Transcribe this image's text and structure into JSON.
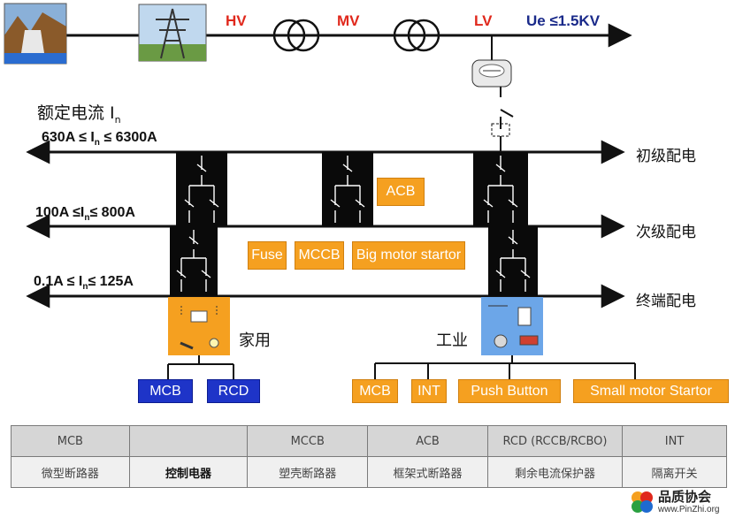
{
  "supply": {
    "hv": "HV",
    "mv": "MV",
    "lv": "LV",
    "ue": "Ue ≤1.5KV"
  },
  "rated_current_label": {
    "text": "额定电流 I",
    "sub": "n"
  },
  "levels": [
    {
      "pre": "630A ≤ I",
      "sub": "n",
      "post": " ≤ 6300A",
      "name": "初级配电"
    },
    {
      "pre": "100A ≤I",
      "sub": "n",
      "post": "≤ 800A",
      "name": "次级配电"
    },
    {
      "pre": "0.1A ≤ I",
      "sub": "n",
      "post": "≤ 125A",
      "name": "终端配电"
    }
  ],
  "devices": {
    "acb": "ACB",
    "fuse": "Fuse",
    "mccb": "MCCB",
    "big_motor": "Big motor startor"
  },
  "domestic": {
    "label": "家用",
    "mcb": "MCB",
    "rcd": "RCD"
  },
  "industrial": {
    "label": "工业",
    "mcb": "MCB",
    "int": "INT",
    "push": "Push Button",
    "small_motor": "Small motor Startor"
  },
  "legend": {
    "row1": [
      "MCB",
      "",
      "MCCB",
      "ACB",
      "RCD (RCCB/RCBO)",
      "INT"
    ],
    "row2": [
      "微型断路器",
      "控制电器",
      "塑壳断路器",
      "框架式断路器",
      "剩余电流保护器",
      "隔离开关"
    ]
  },
  "watermark": {
    "cn": "品质协会",
    "url": "www.PinZhi.org"
  },
  "colors": {
    "orange": "#f5a020",
    "blue": "#1e34c8",
    "red": "#e0281c",
    "black": "#111111"
  }
}
